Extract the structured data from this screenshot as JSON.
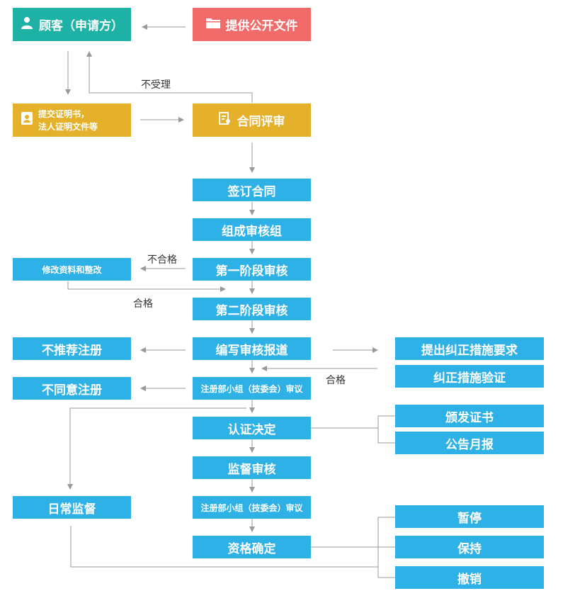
{
  "top": {
    "customer": "顾客（申请方）",
    "provide_docs": "提供公开文件"
  },
  "row2": {
    "submit_line1": "提交证明书，",
    "submit_line2": "法人证明文件等",
    "contract_review": "合同评审",
    "not_accepted": "不受理"
  },
  "main": {
    "sign_contract": "签订合同",
    "form_team": "组成审核组",
    "stage1": "第一阶段审核",
    "stage2": "第二阶段审核",
    "write_report": "编写审核报道",
    "committee_review_1": "注册部小组（技委会）审议",
    "cert_decision": "认证决定",
    "supervision_audit": "监督审核",
    "committee_review_2": "注册部小组（技委会）审议",
    "qualification": "资格确定"
  },
  "left": {
    "modify": "修改资料和整改",
    "not_recommend": "不推荐注册",
    "not_agree": "不同意注册",
    "daily_supervision": "日常监督"
  },
  "right": {
    "corrective_request": "提出纠正措施要求",
    "corrective_verify": "纠正措施验证",
    "issue_cert": "颁发证书",
    "monthly_notice": "公告月报",
    "suspend": "暂停",
    "keep": "保持",
    "revoke": "撤销"
  },
  "labels": {
    "fail": "不合格",
    "pass1": "合格",
    "pass2": "合格"
  },
  "colors": {
    "blue": "#2eb1e6",
    "teal": "#1eb2a6",
    "red": "#f26b6b",
    "gold": "#e5b12a",
    "line": "#999999"
  },
  "icons": [
    "user-icon",
    "folder-icon",
    "id-card-icon",
    "review-doc-icon"
  ]
}
